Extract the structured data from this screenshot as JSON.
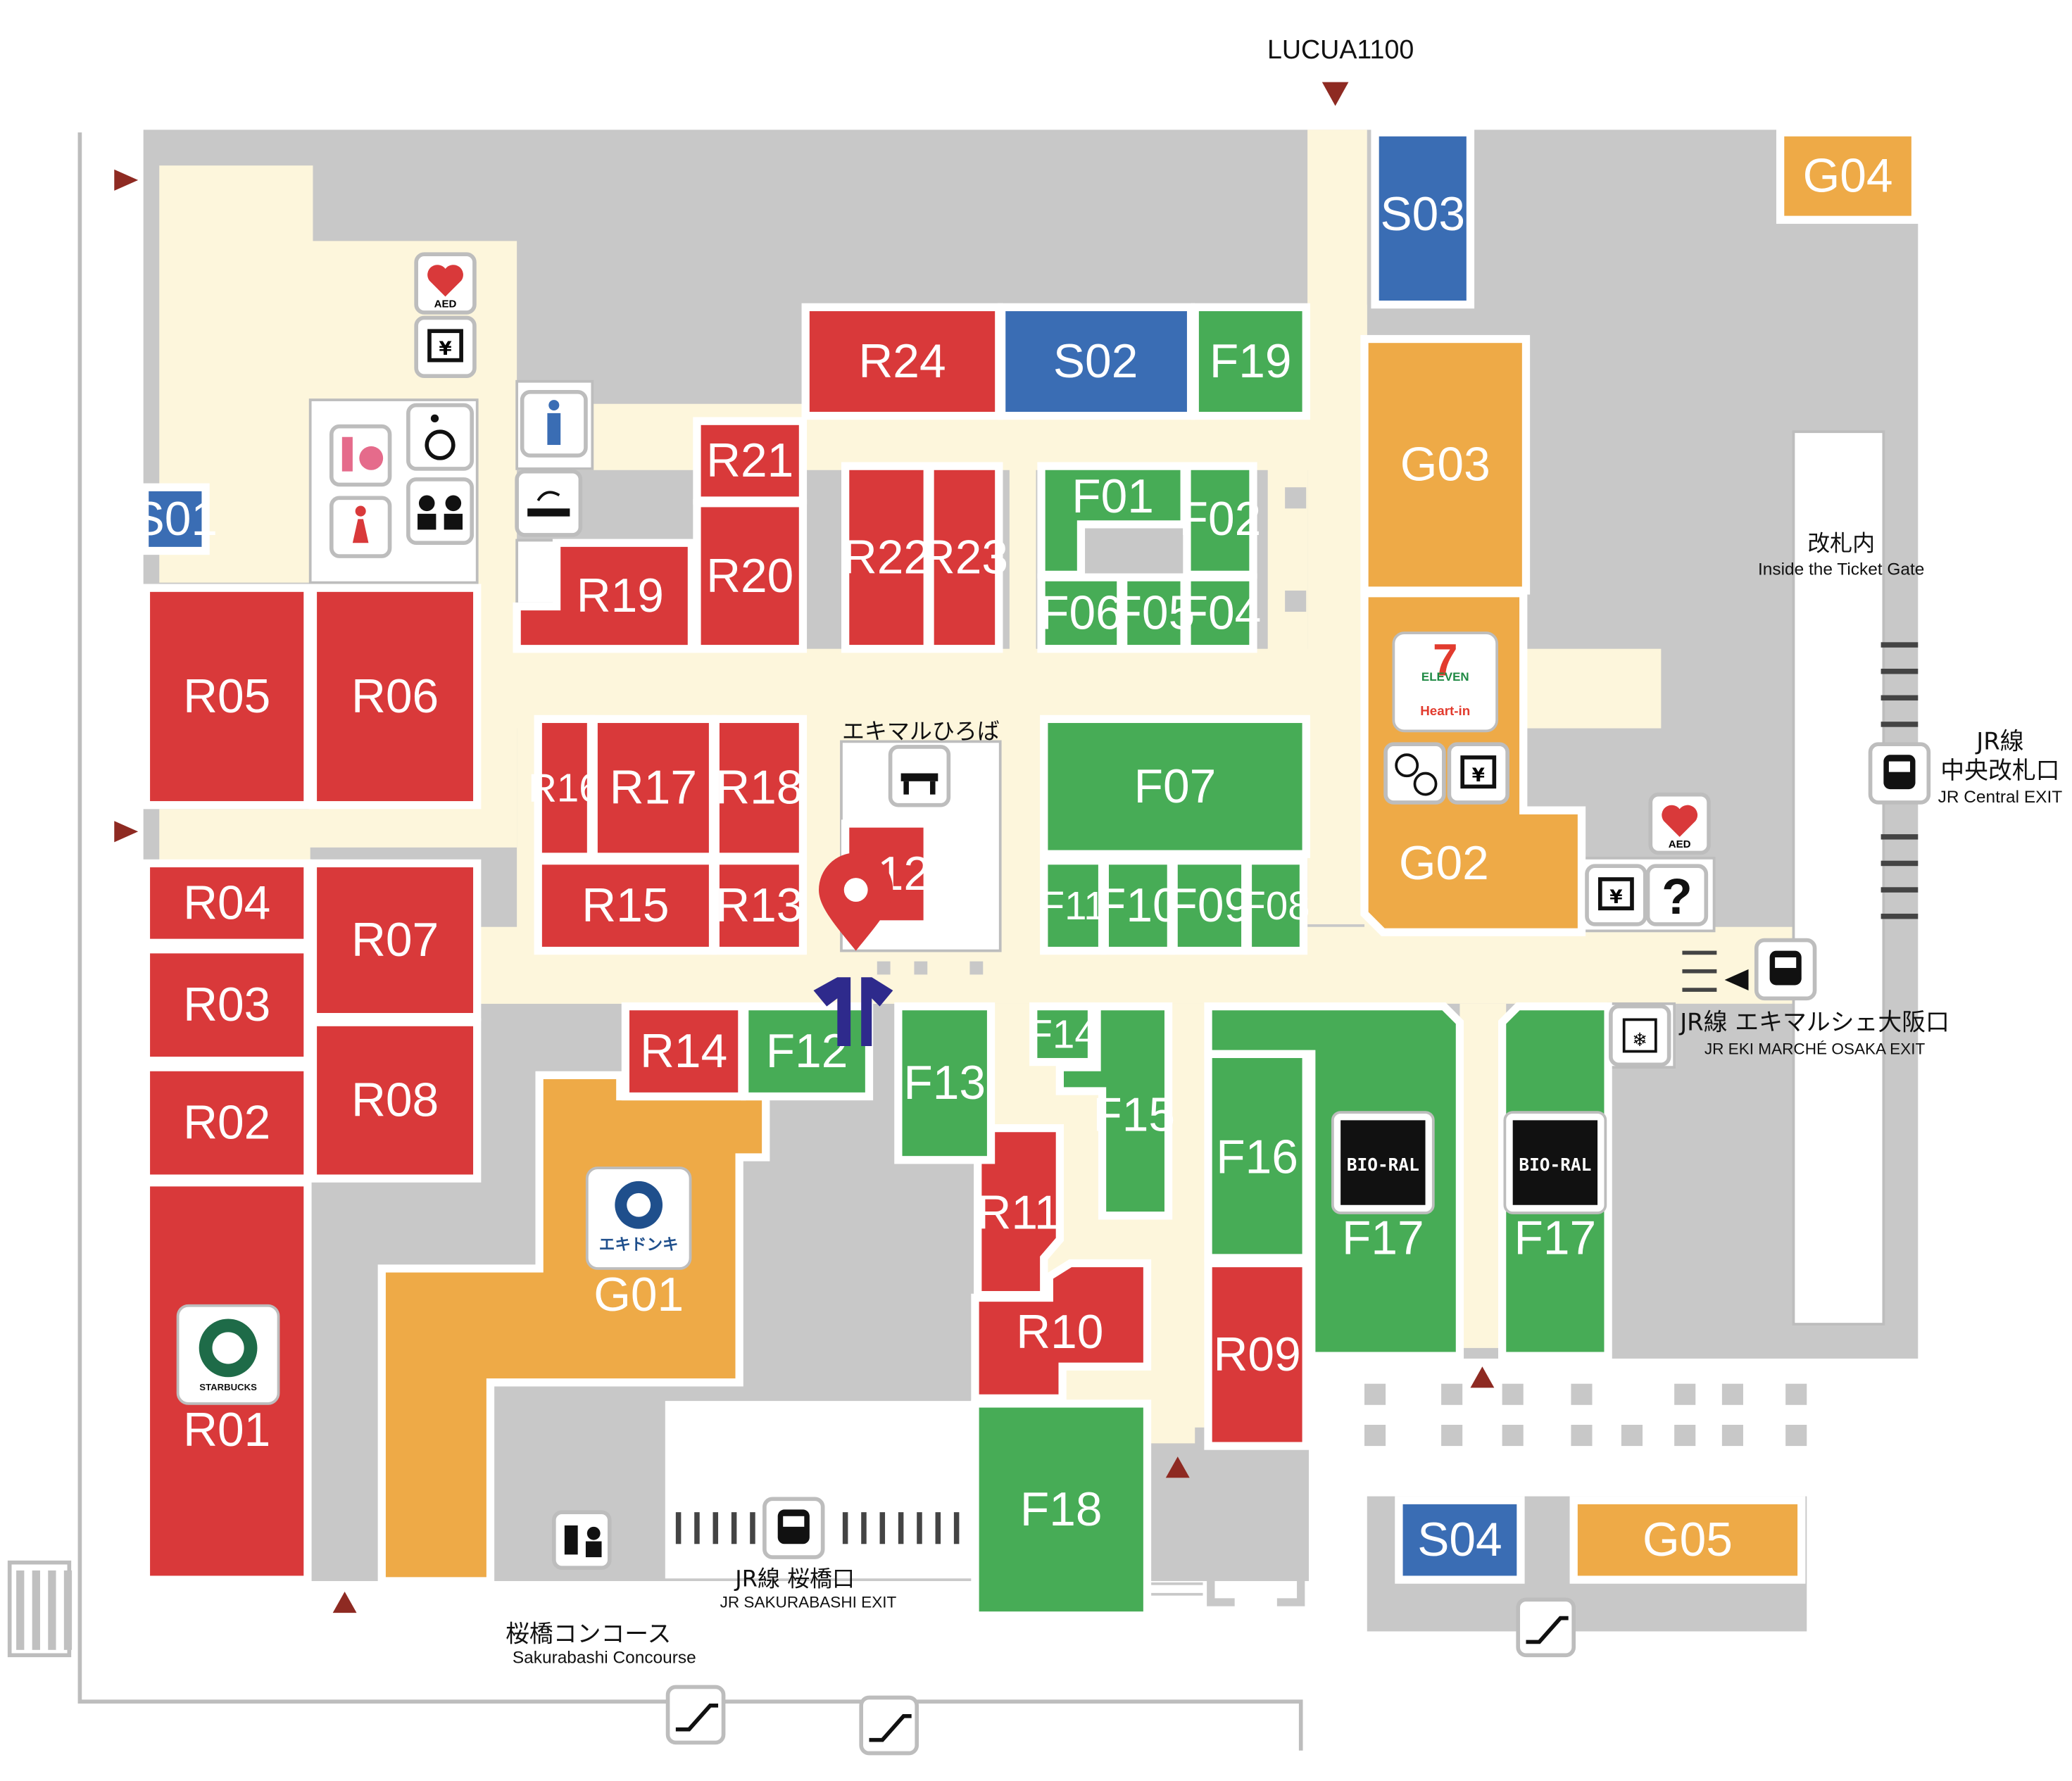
{
  "labels": {
    "lucua": "LUCUA1100",
    "inside_gate_jp": "改札内",
    "inside_gate_en": "Inside the Ticket Gate",
    "central_exit_jp1": "JR線",
    "central_exit_jp2": "中央改札口",
    "central_exit_en": "JR Central EXIT",
    "marche_exit_jp": "JR線 エキマルシェ大阪口",
    "marche_exit_en": "JR EKI MARCHÉ OSAKA EXIT",
    "plaza_jp": "エキマルひろば",
    "sakurabashi_exit_jp": "JR線 桜橋口",
    "sakurabashi_exit_en": "JR SAKURABASHI EXIT",
    "concourse_jp": "桜橋コンコース",
    "concourse_en": "Sakurabashi Concourse"
  },
  "shops": {
    "S01": "S01",
    "S02": "S02",
    "S03": "S03",
    "S04": "S04",
    "G01": "G01",
    "G02": "G02",
    "G03": "G03",
    "G04": "G04",
    "G05": "G05",
    "R01": "R01",
    "R02": "R02",
    "R03": "R03",
    "R04": "R04",
    "R05": "R05",
    "R06": "R06",
    "R07": "R07",
    "R08": "R08",
    "R09": "R09",
    "R10": "R10",
    "R11": "R11",
    "R12": "R12",
    "R13": "R13",
    "R14": "R14",
    "R15": "R15",
    "R16": "R16",
    "R17": "R17",
    "R18": "R18",
    "R19": "R19",
    "R20": "R20",
    "R21": "R21",
    "R22": "R22",
    "R23": "R23",
    "R24": "R24",
    "F01": "F01",
    "F02": "F02",
    "F04": "F04",
    "F05": "F05",
    "F06": "F06",
    "F07": "F07",
    "F08": "F08",
    "F09": "F09",
    "F10": "F10",
    "F11": "F11",
    "F12": "F12",
    "F13": "F13",
    "F14": "F14",
    "F15": "F15",
    "F16": "F16",
    "F17a": "F17",
    "F17b": "F17",
    "F18": "F18",
    "F19": "F19"
  },
  "logos": {
    "seven_eleven_top": "ELEVEN",
    "seven_eleven_bottom": "Heart-in",
    "starbucks": "STARBUCKS",
    "ekidonki": "エキドンキ",
    "bioral_1": "BIO-RAL",
    "bioral_2": "BIO-RAL",
    "aed_1": "AED",
    "aed_2": "AED"
  },
  "colors": {
    "restaurant": "#d9393a",
    "food": "#47ac56",
    "goods": "#eeaa47",
    "service": "#3a6db4",
    "corridor": "#fdf6dc",
    "wall": "#c8c8c8",
    "pin": "#d9393a",
    "giraffe": "#2e2a8c"
  },
  "icons": {
    "pin": "location-pin-icon",
    "giraffe": "mascot-marker-icon",
    "aed": "aed-heart-icon",
    "atm": "atm-icon",
    "info": "question-mark-icon",
    "wheelchair": "wheelchair-icon",
    "restroom": "restroom-icon",
    "smoking": "smoking-area-icon",
    "train": "train-icon",
    "escalator": "escalator-icon",
    "bench": "bench-icon",
    "currency": "currency-exchange-icon",
    "locker": "coin-locker-icon",
    "ticket": "ticket-machine-icon"
  }
}
